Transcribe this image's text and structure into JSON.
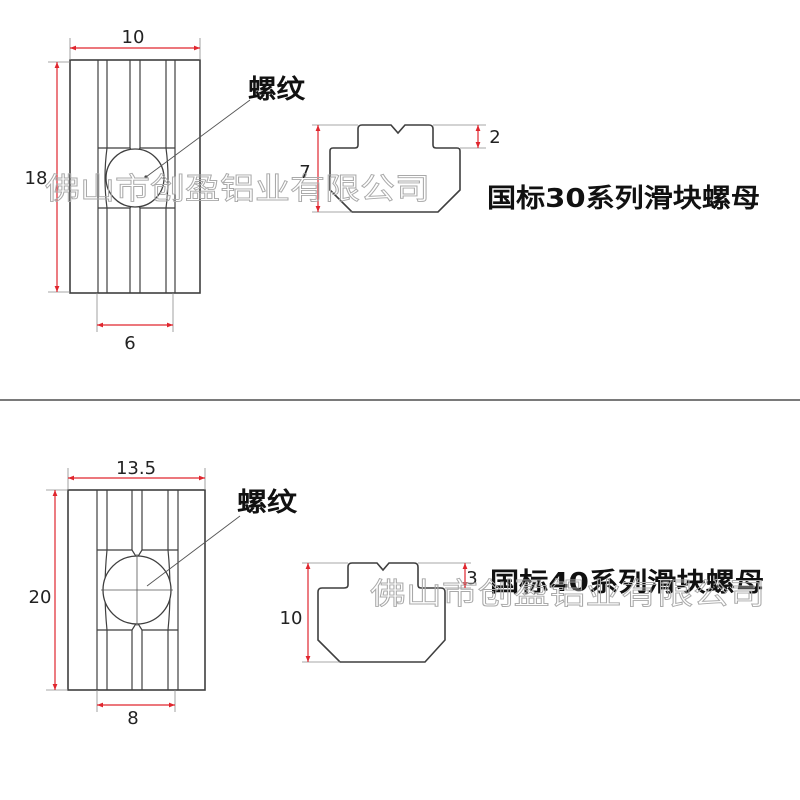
{
  "watermark": "佛山市创盈铝业有限公司",
  "colors": {
    "dimension": "#e0262e",
    "outline": "#3f3f3f",
    "watermark": "#a9a9a9",
    "divider": "#7a7a7a"
  },
  "series_30": {
    "title": "国标30系列滑块螺母",
    "thread_label": "螺纹",
    "front_view": {
      "dim_top": "10",
      "dim_left": "18",
      "dim_bottom": "6"
    },
    "profile_view": {
      "dim_left": "7",
      "dim_right": "2"
    }
  },
  "series_40": {
    "title": "国标40系列滑块螺母",
    "thread_label": "螺纹",
    "front_view": {
      "dim_top": "13.5",
      "dim_left": "20",
      "dim_bottom": "8"
    },
    "profile_view": {
      "dim_left": "10",
      "dim_right": "3"
    }
  }
}
